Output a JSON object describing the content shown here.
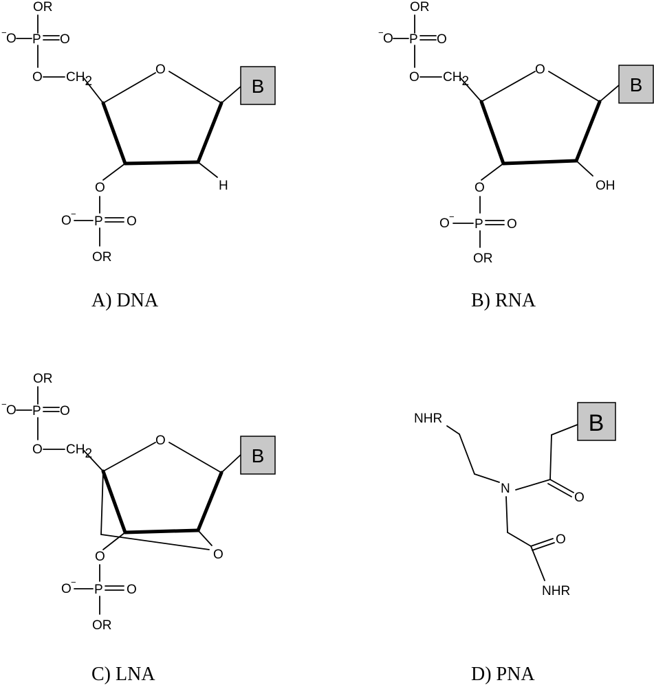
{
  "labels": {
    "or": "OR",
    "o": "O",
    "o_minus_sign": "−",
    "p": "P",
    "ch": "CH",
    "ch_sub": "2",
    "base": "B",
    "h": "H",
    "oh": "OH",
    "nhr": "NHR",
    "n": "N"
  },
  "captions": {
    "dna": "A) DNA",
    "rna": "B) RNA",
    "lna": "C) LNA",
    "pna": "D) PNA"
  }
}
